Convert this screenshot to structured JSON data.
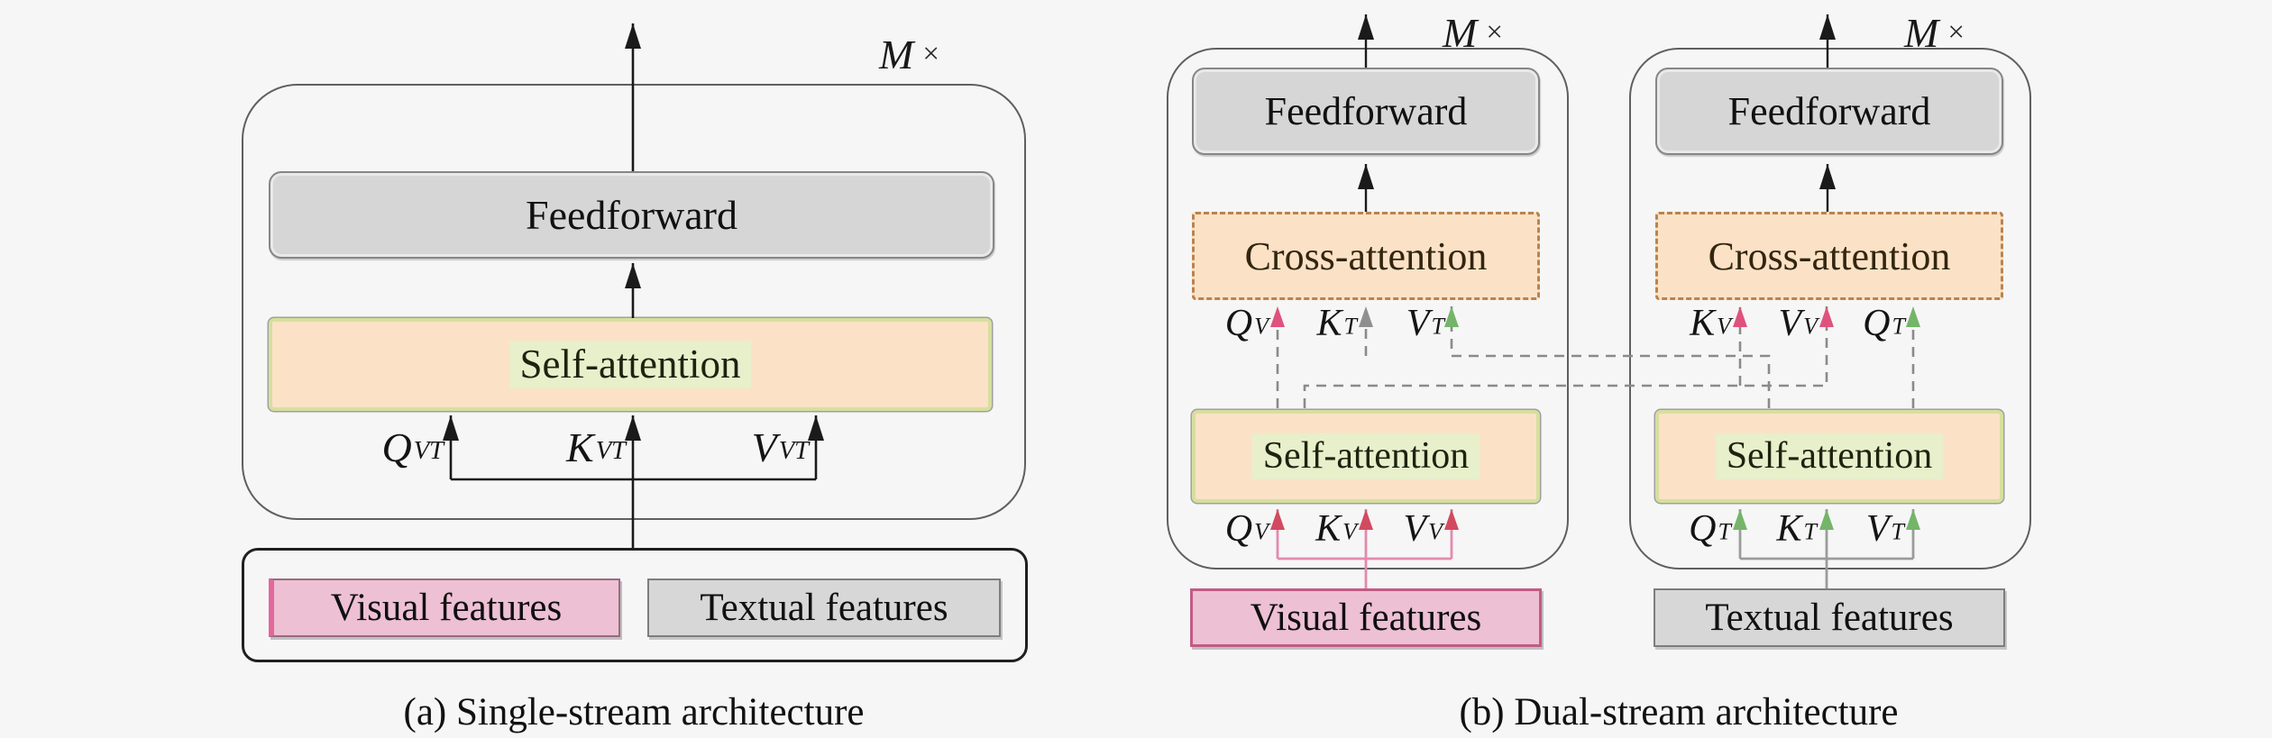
{
  "panel_a": {
    "caption": "(a) Single-stream architecture",
    "m_label": {
      "m": "M",
      "times": "×"
    },
    "feedforward": "Feedforward",
    "self_attention": "Self-attention",
    "inputs": {
      "q": {
        "base": "Q",
        "sub": "VT"
      },
      "k": {
        "base": "K",
        "sub": "VT"
      },
      "v": {
        "base": "V",
        "sub": "VT"
      }
    },
    "features": {
      "visual": "Visual features",
      "textual": "Textual features"
    }
  },
  "panel_b": {
    "caption": "(b) Dual-stream architecture",
    "visual_stream": {
      "m_label": {
        "m": "M",
        "times": "×"
      },
      "feedforward": "Feedforward",
      "cross_attention": "Cross-attention",
      "self_attention": "Self-attention",
      "cross_inputs": {
        "q": {
          "base": "Q",
          "sub": "V"
        },
        "k": {
          "base": "K",
          "sub": "T"
        },
        "v": {
          "base": "V",
          "sub": "T"
        }
      },
      "self_inputs": {
        "q": {
          "base": "Q",
          "sub": "V"
        },
        "k": {
          "base": "K",
          "sub": "V"
        },
        "v": {
          "base": "V",
          "sub": "V"
        }
      },
      "features": "Visual features"
    },
    "textual_stream": {
      "m_label": {
        "m": "M",
        "times": "×"
      },
      "feedforward": "Feedforward",
      "cross_attention": "Cross-attention",
      "self_attention": "Self-attention",
      "cross_inputs": {
        "k": {
          "base": "K",
          "sub": "V"
        },
        "v": {
          "base": "V",
          "sub": "V"
        },
        "q": {
          "base": "Q",
          "sub": "T"
        }
      },
      "self_inputs": {
        "q": {
          "base": "Q",
          "sub": "T"
        },
        "k": {
          "base": "K",
          "sub": "T"
        },
        "v": {
          "base": "V",
          "sub": "T"
        }
      },
      "features": "Textual features"
    }
  },
  "colors": {
    "background": "#f6f6f6",
    "attention_fill": "#fbe2c6",
    "attention_border_green": "#d6df9e",
    "cross_border_dashed": "#ba8350",
    "feedforward_fill": "#d6d6d6",
    "visual_pink_fill": "#eec0d3",
    "visual_pink_accent": "#e2679e",
    "textual_gray_fill": "#d7d7d7",
    "arrow_black": "#1a1a1a",
    "arrow_pink": "#df527d",
    "arrow_crimson": "#d24a60",
    "arrow_green": "#74b569",
    "arrow_gray": "#8f8f8f",
    "dashed_line_gray": "#8a8a8a"
  }
}
